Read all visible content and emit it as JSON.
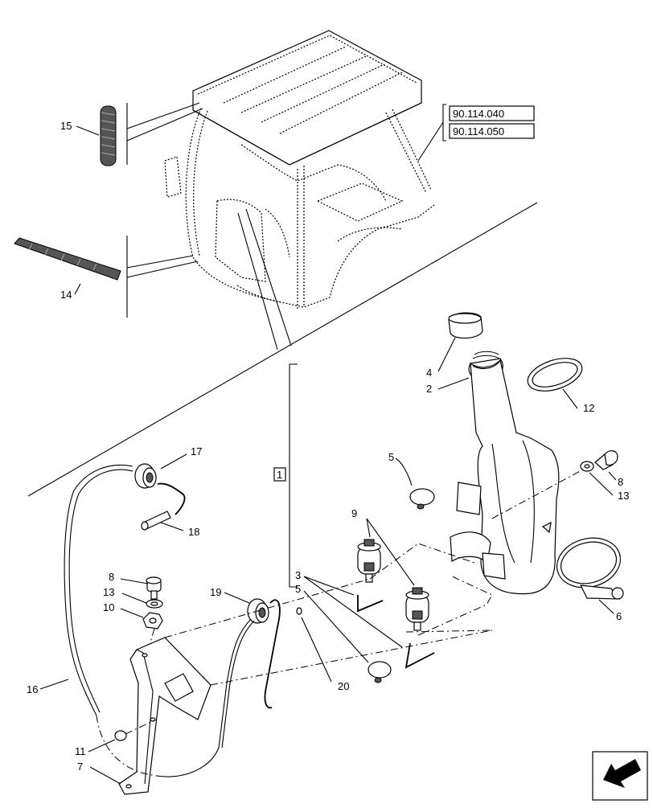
{
  "references": [
    "90.114.040",
    "90.114.050"
  ],
  "group_label": "1",
  "callouts": {
    "c2": "2",
    "c3": "3",
    "c4": "4",
    "c5a": "5",
    "c5b": "5",
    "c6": "6",
    "c7": "7",
    "c8a": "8",
    "c8b": "8",
    "c9": "9",
    "c10": "10",
    "c11": "11",
    "c12": "12",
    "c13a": "13",
    "c13b": "13",
    "c14": "14",
    "c15": "15",
    "c16": "16",
    "c17": "17",
    "c18": "18",
    "c19": "19",
    "c20": "20"
  },
  "icons": {
    "nav": "arrow-left-down-icon"
  }
}
